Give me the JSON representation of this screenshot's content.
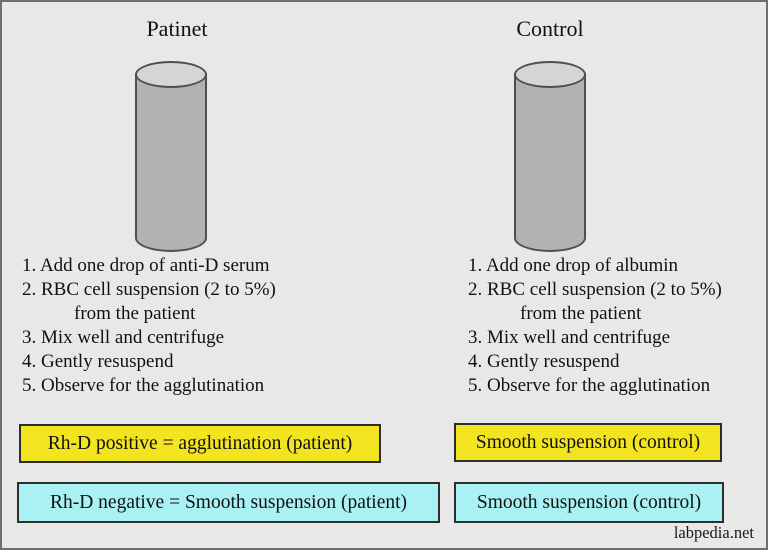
{
  "figure": {
    "background_color": "#e8e8e8",
    "border_color": "#6f6f6f",
    "watermark": "labpedia.net"
  },
  "colors": {
    "yellow_box": "#f2e41f",
    "cyan_box": "#a9f1f3",
    "tube_body": "#b2b2b4",
    "tube_top": "#d5d5d7"
  },
  "columns": [
    {
      "title": "Patinet",
      "steps": [
        "1. Add one drop of anti-D serum",
        "2. RBC cell suspension (2 to 5%)",
        "from the patient",
        "3. Mix well and centrifuge",
        "4. Gently resuspend",
        "5. Observe for the agglutination"
      ],
      "results": [
        {
          "text": "Rh-D positive = agglutination (patient)",
          "color": "#f2e41f"
        },
        {
          "text": "Rh-D negative = Smooth suspension (patient)",
          "color": "#a9f1f3"
        }
      ]
    },
    {
      "title": "Control",
      "steps": [
        "1. Add one drop of albumin",
        "2. RBC cell suspension (2 to 5%)",
        "from the patient",
        "3. Mix well and centrifuge",
        "4. Gently resuspend",
        "5. Observe for the agglutination"
      ],
      "results": [
        {
          "text": "Smooth suspension (control)",
          "color": "#f2e41f"
        },
        {
          "text": "Smooth suspension (control)",
          "color": "#a9f1f3"
        }
      ]
    }
  ]
}
